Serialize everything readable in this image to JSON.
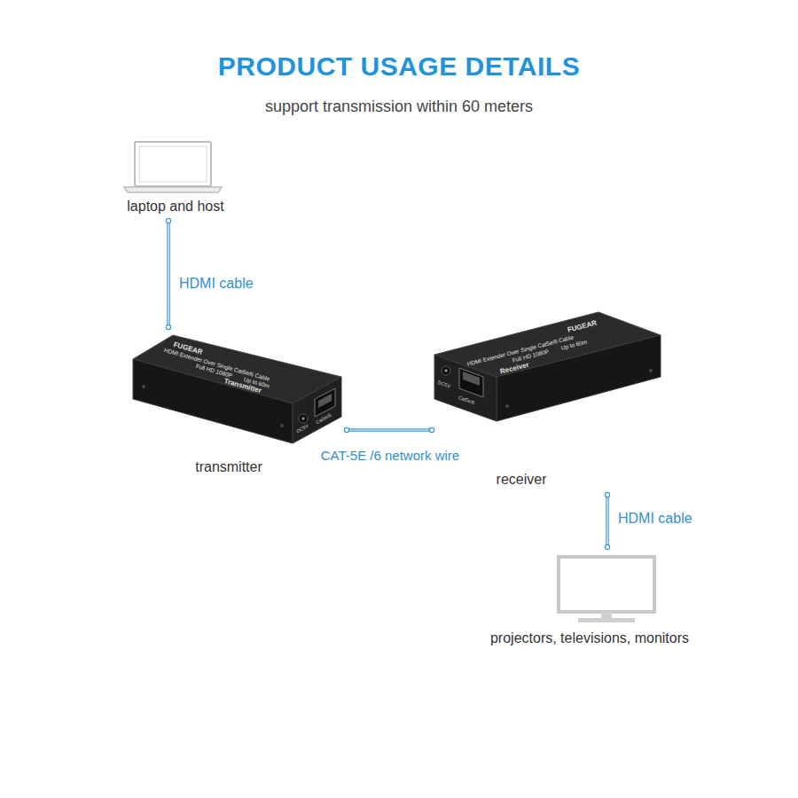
{
  "diagram": {
    "title": "PRODUCT USAGE DETAILS",
    "nodes": [
      {
        "text": [
          "laptop and host"
        ]
      },
      {
        "text": [
          "transmitter"
        ]
      },
      {
        "text": [
          "receiver"
        ]
      },
      {
        "text": [
          "projectors, televisions, monitors"
        ]
      }
    ],
    "edges": [
      {
        "from": 0,
        "to": 1,
        "arrow": "none",
        "label": "HDMI cable"
      },
      {
        "from": 1,
        "to": 2,
        "arrow": "none",
        "label": "CAT-5E /6 network wire"
      },
      {
        "from": 2,
        "to": 3,
        "arrow": "none",
        "label": "HDMI cable"
      }
    ],
    "labels": [
      "support transmission within 60 meters",
      "FUGEAR",
      "HDMI Extender Over Single Cat5e/6 Cable",
      "Full HD 1080P",
      "Up to 60m",
      "Transmitter",
      "DC5V",
      "Cat5e/6",
      "FUGEAR",
      "HDMI Extender Over Single Cat5e/6 Cable",
      "Full HD 1080P",
      "Up to 60m",
      "Receiver",
      "DC5V",
      "Cat5e/6"
    ]
  }
}
